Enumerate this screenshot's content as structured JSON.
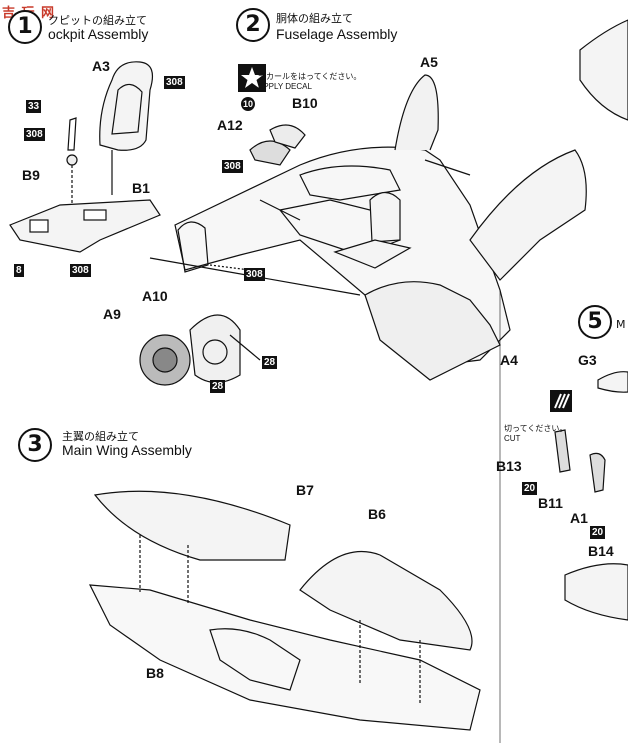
{
  "watermark": "吉 玩 网",
  "steps": [
    {
      "number": "1",
      "title_jp": "クピットの組み立て",
      "title_en": "ockpit Assembly"
    },
    {
      "number": "2",
      "title_jp": "胴体の組み立て",
      "title_en": "Fuselage Assembly"
    },
    {
      "number": "3",
      "title_jp": "主翼の組み立て",
      "title_en": "Main Wing Assembly"
    },
    {
      "number": "5",
      "title_jp": "M",
      "title_en": ""
    }
  ],
  "parts": {
    "a3": "A3",
    "b1": "B1",
    "b9": "B9",
    "a5": "A5",
    "b10": "B10",
    "a12": "A12",
    "a10": "A10",
    "a9": "A9",
    "a4": "A4",
    "g3": "G3",
    "b13": "B13",
    "b11": "B11",
    "a1": "A1",
    "b14": "B14",
    "b7": "B7",
    "b6": "B6",
    "b8": "B8"
  },
  "paint_codes": {
    "p308a": "308",
    "p33": "33",
    "p308b": "308",
    "p8": "8",
    "p308c": "308",
    "p308d": "308",
    "p308e": "308",
    "p28a": "28",
    "p28b": "28",
    "p20a": "20",
    "p20b": "20",
    "p10": "10"
  },
  "notes": {
    "decal_jp": "デカールをはってください。",
    "decal_en": "APPLY DECAL",
    "cut_jp": "切ってください。",
    "cut_en": "CUT"
  }
}
